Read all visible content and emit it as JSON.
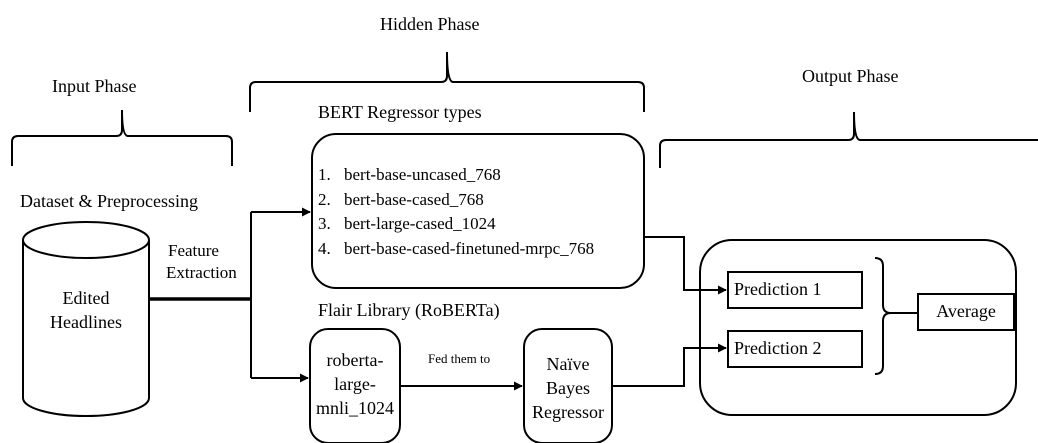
{
  "phases": {
    "input": "Input Phase",
    "hidden": "Hidden Phase",
    "output": "Output Phase"
  },
  "dataset": {
    "title": "Dataset & Preprocessing",
    "line1": "Edited",
    "line2": "Headlines"
  },
  "feature": {
    "line1": "Feature",
    "line2": "Extraction"
  },
  "bert": {
    "title": "BERT Regressor types",
    "items": [
      {
        "num": "1.",
        "label": "bert-base-uncased_768"
      },
      {
        "num": "2.",
        "label": "bert-base-cased_768"
      },
      {
        "num": "3.",
        "label": "bert-large-cased_1024"
      },
      {
        "num": "4.",
        "label": "bert-base-cased-finetuned-mrpc_768"
      }
    ]
  },
  "flair": {
    "title": "Flair Library (RoBERTa)",
    "model_line1": "roberta-",
    "model_line2": "large-",
    "model_line3": "mnli_1024",
    "edge_label": "Fed them to",
    "regressor_line1": "Naïve",
    "regressor_line2": "Bayes",
    "regressor_line3": "Regressor"
  },
  "output": {
    "prediction1": "Prediction 1",
    "prediction2": "Prediction 2",
    "average": "Average"
  }
}
